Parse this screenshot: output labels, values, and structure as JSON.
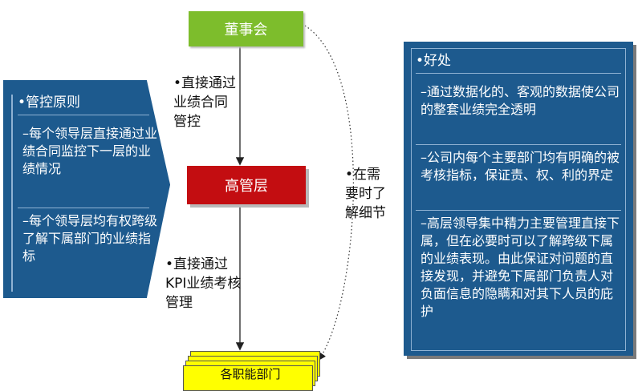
{
  "left_panel": {
    "heading": "•管控原则",
    "items": [
      "–每个领导层直接通过业绩合同监控下一层的业绩情况",
      "–每个领导层均有权跨级了解下属部门的业绩指标"
    ]
  },
  "right_panel": {
    "heading": "•好处",
    "items": [
      "–通过数据化的、客观的数据使公司的整套业绩完全透明",
      "–公司内每个主要部门均有明确的被考核指标，保证责、权、利的界定",
      "–高层领导集中精力主要管理直接下属，但在必要时可以了解跨级下属的业绩表现。由此保证对问题的直接发现，并避免下属部门负责人对负面信息的隐瞒和对其下人员的庇护"
    ]
  },
  "nodes": {
    "board": "董事会",
    "exec": "高管层",
    "dept": "各职能部门"
  },
  "edge_labels": {
    "board_to_exec": "•直接通过业绩合同管控",
    "exec_to_dept": "•直接通过KPI业绩考核管理",
    "board_to_dept": "•在需要时了解细节"
  },
  "colors": {
    "panel_blue": "#1d5a8e",
    "board_green": "#7dbd2c",
    "exec_red": "#c30d11",
    "dept_yellow": "#ffff00"
  }
}
